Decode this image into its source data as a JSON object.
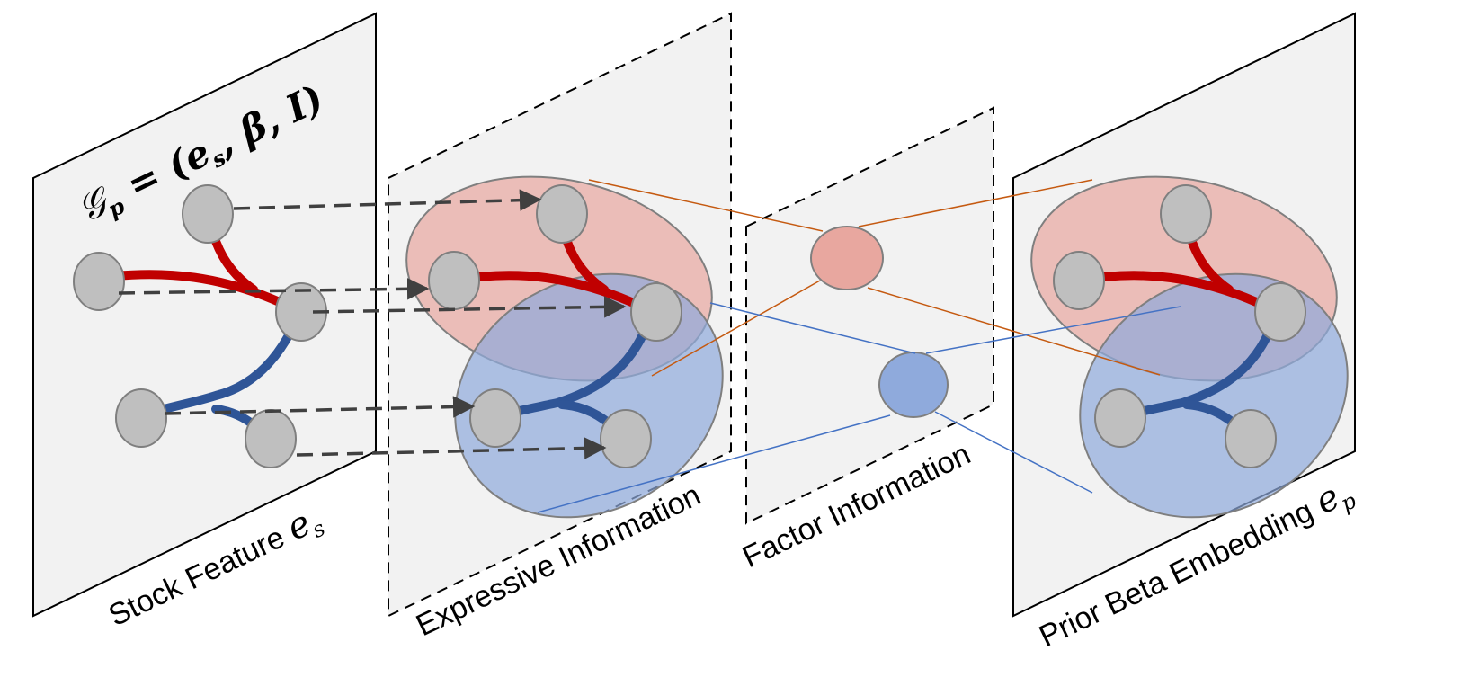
{
  "panels": {
    "stock_feature": {
      "label": "Stock Feature",
      "symbol": "e",
      "subscript": "s"
    },
    "expressive": {
      "label": "Expressive Information"
    },
    "factor": {
      "label": "Factor Information"
    },
    "prior_beta": {
      "label": "Prior Beta Embedding",
      "symbol": "e",
      "subscript": "p"
    }
  },
  "graph_formula": {
    "lhs": "𝒢",
    "lhs_sub": "p",
    "eq": " = (",
    "e": "e",
    "e_sub": "s",
    "rest": ", β, I)"
  },
  "colors": {
    "red_edge": "#c00000",
    "blue_edge": "#2f5597",
    "red_cluster": "#e8a79f",
    "blue_cluster": "#8faadc",
    "node": "#bfbfbf",
    "panel": "#f2f2f2",
    "orange_line": "#c55a11",
    "blue_line": "#4472c4"
  }
}
